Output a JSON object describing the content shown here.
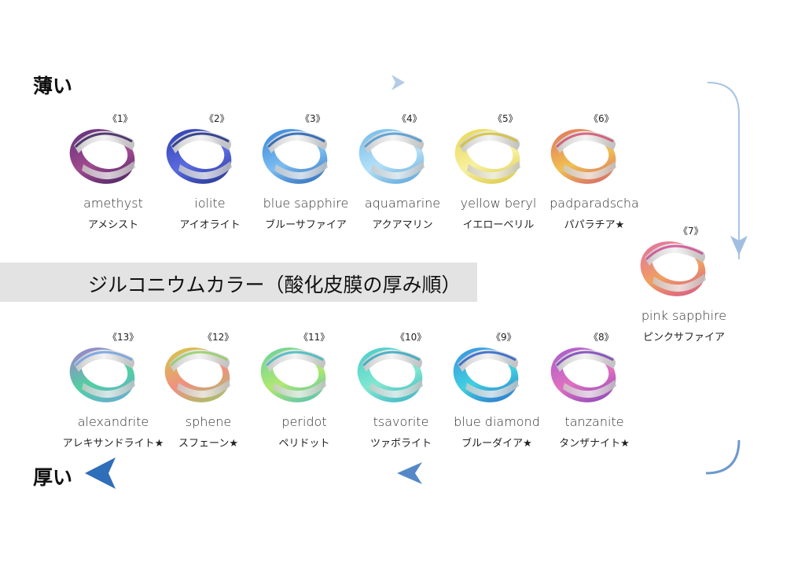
{
  "labels": {
    "thin": "薄い",
    "thick": "厚い",
    "banner": "ジルコニウムカラー（酸化皮膜の厚み順）"
  },
  "colors": {
    "arrow_light": "#b9d0e8",
    "arrow_dark": "#2f6eb8",
    "banner_bg": "#e3e3e3"
  },
  "rings": [
    {
      "num": "《1》",
      "en": "amethyst",
      "jp": "アメシスト",
      "c1": "#5a2d7a",
      "c2": "#a04a8e",
      "c3": "#3a1f5c"
    },
    {
      "num": "《2》",
      "en": "iolite",
      "jp": "アイオライト",
      "c1": "#2b3aa8",
      "c2": "#5a6be0",
      "c3": "#1c2a80"
    },
    {
      "num": "《3》",
      "en": "blue sapphire",
      "jp": "ブルーサファイア",
      "c1": "#2f7fd8",
      "c2": "#7cbcf0",
      "c3": "#1f5eb0"
    },
    {
      "num": "《4》",
      "en": "aquamarine",
      "jp": "アクアマリン",
      "c1": "#6ab6e6",
      "c2": "#b4e0f8",
      "c3": "#4a98d0"
    },
    {
      "num": "《5》",
      "en": "yellow beryl",
      "jp": "イエローベリル",
      "c1": "#e6d44a",
      "c2": "#f8f0a0",
      "c3": "#d4c030"
    },
    {
      "num": "《6》",
      "en": "padparadscha",
      "jp": "パパラチア★",
      "c1": "#e06a60",
      "c2": "#f0c050",
      "c3": "#d05070"
    },
    {
      "num": "《7》",
      "en": "pink sapphire",
      "jp": "ピンクサファイア",
      "c1": "#e06ab0",
      "c2": "#f0a060",
      "c3": "#d04a90"
    },
    {
      "num": "《8》",
      "en": "tanzanite",
      "jp": "タンザナイト★",
      "c1": "#a05ad0",
      "c2": "#e070c0",
      "c3": "#7a40b8"
    },
    {
      "num": "《9》",
      "en": "blue diamond",
      "jp": "ブルーダイア★",
      "c1": "#3a8ae0",
      "c2": "#40d0e0",
      "c3": "#2a60c8"
    },
    {
      "num": "《10》",
      "en": "tsavorite",
      "jp": "ツァボライト",
      "c1": "#40c8c8",
      "c2": "#80e8d0",
      "c3": "#30a8c0"
    },
    {
      "num": "《11》",
      "en": "peridot",
      "jp": "ペリドット",
      "c1": "#60d0a0",
      "c2": "#b0e870",
      "c3": "#40b8c0"
    },
    {
      "num": "《12》",
      "en": "sphene",
      "jp": "スフェーン★",
      "c1": "#d0d040",
      "c2": "#f09080",
      "c3": "#90d060"
    },
    {
      "num": "《13》",
      "en": "alexandrite",
      "jp": "アレキサンドライト★",
      "c1": "#b070d8",
      "c2": "#50d0a0",
      "c3": "#70a0e0"
    }
  ]
}
